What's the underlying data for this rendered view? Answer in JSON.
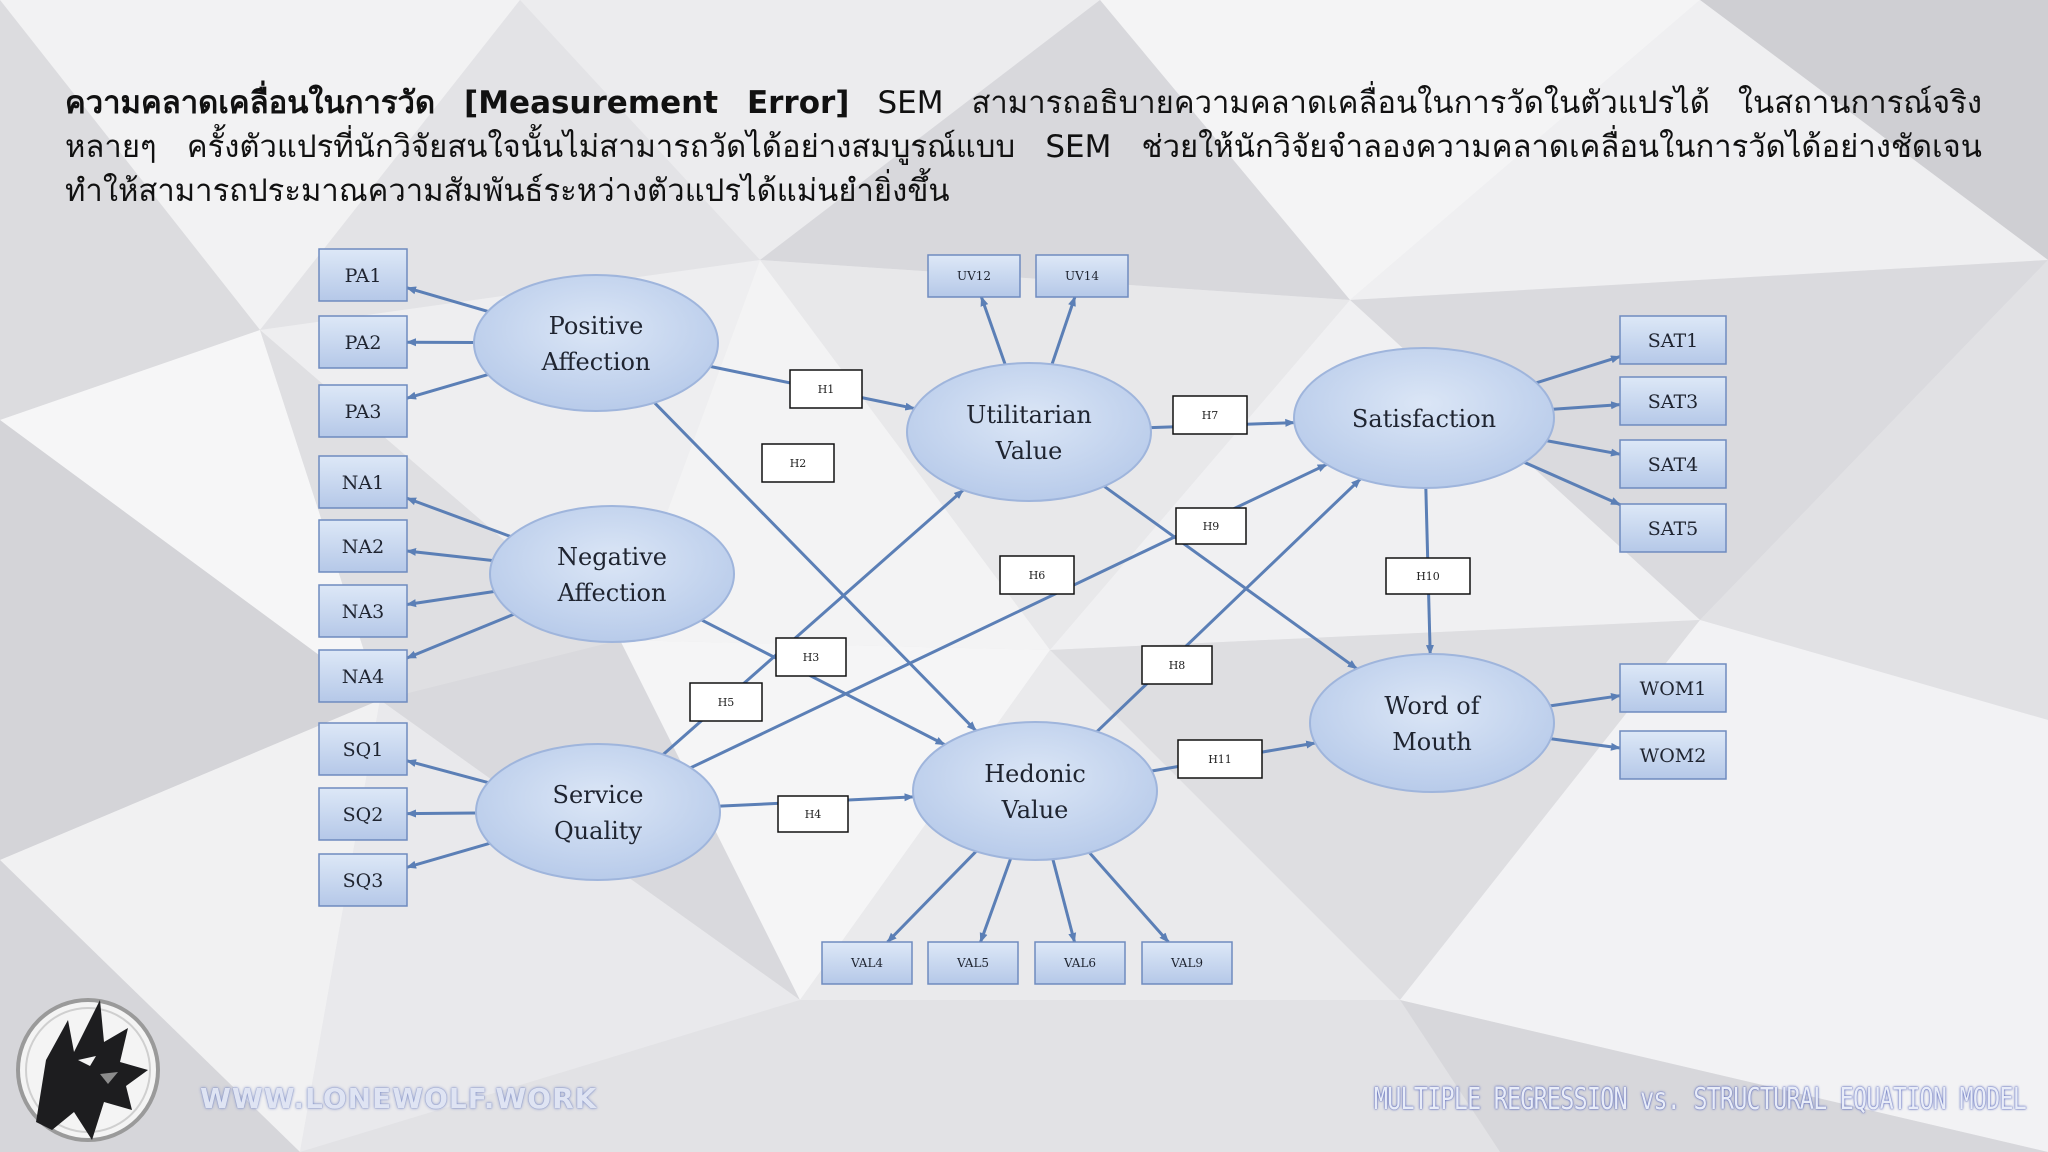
{
  "slide": {
    "heading_bold": "ความคลาดเคลื่อนในการวัด [Measurement Error]",
    "heading_rest": " SEM สามารถอธิบายความคลาดเคลื่อนในการวัดในตัวแปรได้ ในสถานการณ์จริงหลายๆ ครั้งตัวแปรที่นักวิจัยสนใจนั้นไม่สามารถวัดได้อย่างสมบูรณ์แบบ SEM ช่วยให้นักวิจัยจำลองความคลาดเคลื่อนในการวัดได้อย่างชัดเจน ทำให้สามารถประมาณความสัมพันธ์ระหว่างตัวแปรได้แม่นยำยิ่งขึ้น",
    "website": "WWW.LONEWOLF.WORK",
    "topic": "MULTIPLE REGRESSION vs. STRUCTURAL EQUATION MODEL",
    "logo_icon": "wolf-head-logo"
  },
  "colors": {
    "ellipse_fill": "#c5d6ef",
    "ellipse_stroke": "#9fb5dc",
    "box_fill": "#c9d9f0",
    "box_stroke": "#6f8bbf",
    "arrow": "#5b7fb6"
  },
  "diagram": {
    "latents": [
      {
        "id": "PosAff",
        "lines": [
          "Positive",
          "Affection"
        ]
      },
      {
        "id": "NegAff",
        "lines": [
          "Negative",
          "Affection"
        ]
      },
      {
        "id": "SQ",
        "lines": [
          "Service",
          "Quality"
        ]
      },
      {
        "id": "UV",
        "lines": [
          "Utilitarian",
          "Value"
        ]
      },
      {
        "id": "HV",
        "lines": [
          "Hedonic",
          "Value"
        ]
      },
      {
        "id": "SAT",
        "lines": [
          "Satisfaction"
        ]
      },
      {
        "id": "WOM",
        "lines": [
          "Word of",
          "Mouth"
        ]
      }
    ],
    "indicators": [
      {
        "id": "PA1",
        "label": "PA1"
      },
      {
        "id": "PA2",
        "label": "PA2"
      },
      {
        "id": "PA3",
        "label": "PA3"
      },
      {
        "id": "NA1",
        "label": "NA1"
      },
      {
        "id": "NA2",
        "label": "NA2"
      },
      {
        "id": "NA3",
        "label": "NA3"
      },
      {
        "id": "NA4",
        "label": "NA4"
      },
      {
        "id": "SQ1",
        "label": "SQ1"
      },
      {
        "id": "SQ2",
        "label": "SQ2"
      },
      {
        "id": "SQ3",
        "label": "SQ3"
      },
      {
        "id": "UV12",
        "label": "UV12"
      },
      {
        "id": "UV14",
        "label": "UV14"
      },
      {
        "id": "SAT1",
        "label": "SAT1"
      },
      {
        "id": "SAT3",
        "label": "SAT3"
      },
      {
        "id": "SAT4",
        "label": "SAT4"
      },
      {
        "id": "SAT5",
        "label": "SAT5"
      },
      {
        "id": "WOM1",
        "label": "WOM1"
      },
      {
        "id": "WOM2",
        "label": "WOM2"
      },
      {
        "id": "VAL4",
        "label": "VAL4"
      },
      {
        "id": "VAL5",
        "label": "VAL5"
      },
      {
        "id": "VAL6",
        "label": "VAL6"
      },
      {
        "id": "VAL9",
        "label": "VAL9"
      }
    ],
    "hypotheses": [
      {
        "id": "H1",
        "label": "H1"
      },
      {
        "id": "H2",
        "label": "H2"
      },
      {
        "id": "H3",
        "label": "H3"
      },
      {
        "id": "H4",
        "label": "H4"
      },
      {
        "id": "H5",
        "label": "H5"
      },
      {
        "id": "H6",
        "label": "H6"
      },
      {
        "id": "H7",
        "label": "H7"
      },
      {
        "id": "H8",
        "label": "H8"
      },
      {
        "id": "H9",
        "label": "H9"
      },
      {
        "id": "H10",
        "label": "H10"
      },
      {
        "id": "H11",
        "label": "H11"
      }
    ],
    "measurement_paths": [
      [
        "PosAff",
        "PA1"
      ],
      [
        "PosAff",
        "PA2"
      ],
      [
        "PosAff",
        "PA3"
      ],
      [
        "NegAff",
        "NA1"
      ],
      [
        "NegAff",
        "NA2"
      ],
      [
        "NegAff",
        "NA3"
      ],
      [
        "NegAff",
        "NA4"
      ],
      [
        "SQ",
        "SQ1"
      ],
      [
        "SQ",
        "SQ2"
      ],
      [
        "SQ",
        "SQ3"
      ],
      [
        "UV",
        "UV12"
      ],
      [
        "UV",
        "UV14"
      ],
      [
        "SAT",
        "SAT1"
      ],
      [
        "SAT",
        "SAT3"
      ],
      [
        "SAT",
        "SAT4"
      ],
      [
        "SAT",
        "SAT5"
      ],
      [
        "WOM",
        "WOM1"
      ],
      [
        "WOM",
        "WOM2"
      ],
      [
        "HV",
        "VAL4"
      ],
      [
        "HV",
        "VAL5"
      ],
      [
        "HV",
        "VAL6"
      ],
      [
        "HV",
        "VAL9"
      ]
    ],
    "structural_paths": [
      {
        "from": "PosAff",
        "to": "UV",
        "hyp": "H1"
      },
      {
        "from": "PosAff",
        "to": "HV",
        "hyp": "H2"
      },
      {
        "from": "NegAff",
        "to": "HV",
        "hyp": "H3"
      },
      {
        "from": "SQ",
        "to": "HV",
        "hyp": "H4"
      },
      {
        "from": "SQ",
        "to": "UV",
        "hyp": "H5"
      },
      {
        "from": "SQ",
        "to": "SAT",
        "hyp": "H6"
      },
      {
        "from": "UV",
        "to": "SAT",
        "hyp": "H7"
      },
      {
        "from": "HV",
        "to": "SAT",
        "hyp": "H8"
      },
      {
        "from": "UV",
        "to": "WOM",
        "hyp": "H9"
      },
      {
        "from": "SAT",
        "to": "WOM",
        "hyp": "H10"
      },
      {
        "from": "HV",
        "to": "WOM",
        "hyp": "H11"
      }
    ]
  }
}
